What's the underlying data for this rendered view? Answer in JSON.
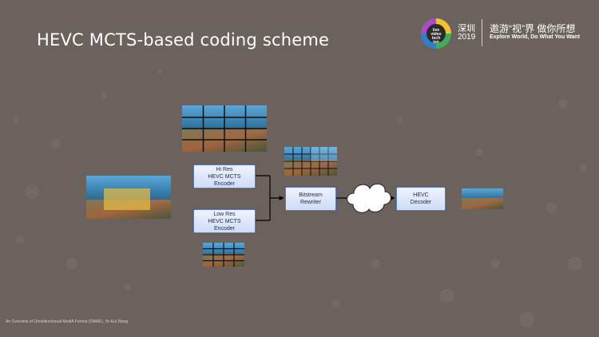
{
  "title": "HEVC MCTS-based coding scheme",
  "logo": {
    "text_lines": [
      "live",
      "video",
      "tech",
      "ion"
    ],
    "city": "深圳",
    "year": "2019",
    "slogan_cn": "邀游“视”界 做你所想",
    "slogan_en": "Explore World, Do What You Want"
  },
  "diagram": {
    "hi_res_encoder": [
      "Hi Res",
      "HEVC MCTS",
      "Encoder"
    ],
    "low_res_encoder": [
      "Low Res",
      "HEVC MCTS",
      "Encoder"
    ],
    "bitstream_rewriter": [
      "Bitstream",
      "Rewriter"
    ],
    "hevc_decoder": [
      "HEVC",
      "Decoder"
    ]
  },
  "footer": "An Overview of Omnidirectional  MediA Format (OMAF), Ye-Kui Wang",
  "colors": {
    "background": "#6b625d",
    "box_border": "#5d7fc0",
    "highlight": "#e0b94a"
  }
}
